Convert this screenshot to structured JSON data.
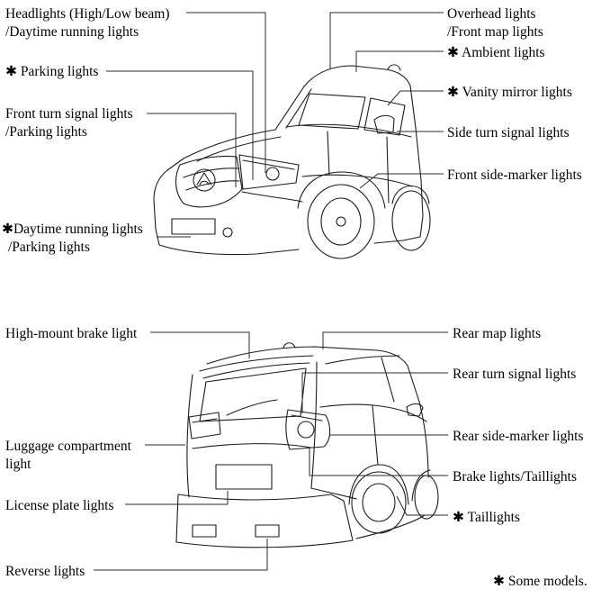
{
  "colors": {
    "background": "#ffffff",
    "text": "#000000",
    "line_art": "#1c1c1c"
  },
  "front": {
    "left": [
      {
        "lines": [
          "Headlights (High/Low beam)",
          "/Daytime running lights"
        ]
      },
      {
        "lines": [
          "✱ Parking lights"
        ]
      },
      {
        "lines": [
          "Front turn signal lights",
          "/Parking lights"
        ]
      },
      {
        "lines": [
          "✱Daytime running lights",
          "/Parking lights"
        ]
      }
    ],
    "right": [
      {
        "lines": [
          "Overhead lights",
          "/Front map lights"
        ]
      },
      {
        "lines": [
          "✱ Ambient lights"
        ]
      },
      {
        "lines": [
          "✱ Vanity mirror lights"
        ]
      },
      {
        "lines": [
          "Side turn signal lights"
        ]
      },
      {
        "lines": [
          "Front side-marker lights"
        ]
      }
    ]
  },
  "rear": {
    "left": [
      {
        "lines": [
          "High-mount brake light"
        ]
      },
      {
        "lines": [
          "Luggage compartment",
          "light"
        ]
      },
      {
        "lines": [
          "License plate lights"
        ]
      },
      {
        "lines": [
          "Reverse lights"
        ]
      }
    ],
    "right": [
      {
        "lines": [
          "Rear map lights"
        ]
      },
      {
        "lines": [
          "Rear turn signal lights"
        ]
      },
      {
        "lines": [
          "Rear side-marker lights"
        ]
      },
      {
        "lines": [
          "Brake lights/Taillights"
        ]
      },
      {
        "lines": [
          "✱ Taillights"
        ]
      }
    ]
  },
  "footnote": {
    "text": "✱ Some models."
  }
}
